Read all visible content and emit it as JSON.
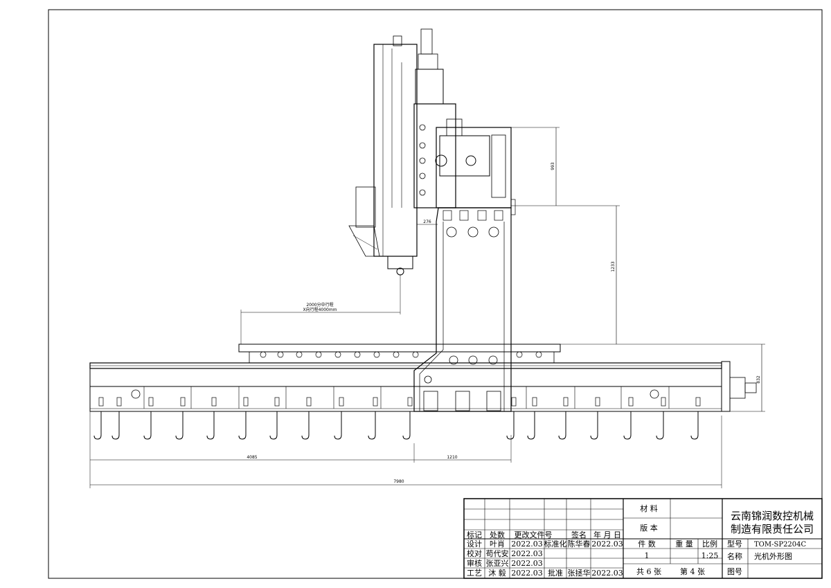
{
  "dimensions": {
    "z_travel": "993",
    "offset_276": "276",
    "column_height": "1233",
    "bed_height": "832",
    "travel_note_1": "2000分中行程",
    "travel_note_2": "X向行程4000mm",
    "left_length": "4085",
    "mid_length": "1210",
    "total_length": "7980"
  },
  "title_block": {
    "company_line1": "云南锦润数控机械",
    "company_line2": "制造有限责任公司",
    "material_label": "材 料",
    "version_label": "版 本",
    "h_mark": "标记",
    "h_count": "处数",
    "h_docno": "更改文件号",
    "h_sign": "签名",
    "h_date": "年 月 日",
    "design_label": "设计",
    "design_name": "叶肖",
    "design_date": "2022.03",
    "standard_label": "标准化",
    "standard_name": "陈华春",
    "standard_date": "2022.03",
    "check_label": "校对",
    "check_name": "苟代安",
    "check_date": "2022.03",
    "review_label": "审核",
    "review_name": "张亚兴",
    "review_date": "2022.03",
    "process_label": "工艺",
    "process_name": "沐 毅",
    "process_date": "2022.03",
    "approve_label": "批准",
    "approve_name": "张拯华",
    "approve_date": "2022.03",
    "pieces_label": "件 数",
    "weight_label": "重 量",
    "scale_label": "比例",
    "pieces_value": "1",
    "scale_value": "1:25",
    "sheets_total": "共 6 张",
    "sheet_no": "第 4 张",
    "model_label": "型号",
    "model_value": "TOM-SP2204C",
    "name_label": "名称",
    "name_value": "光机外形图",
    "drawing_no_label": "图号"
  }
}
